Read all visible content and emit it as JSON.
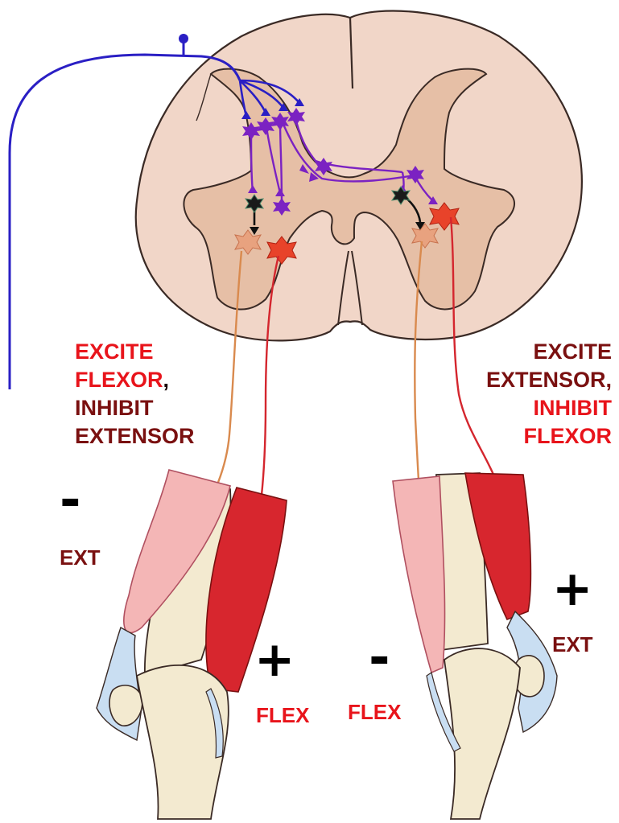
{
  "labels": {
    "left_excite": "EXCITE",
    "left_flexor": "FLEXOR",
    "comma": ",",
    "left_inhibit": "INHIBIT",
    "left_extensor": "EXTENSOR",
    "right_excite": "EXCITE",
    "right_extensor": "EXTENSOR",
    "right_inhibit": "INHIBIT",
    "right_flexor": "FLEXOR"
  },
  "left_leg": {
    "ext_sign": "-",
    "ext_label": "EXT",
    "flex_sign": "+",
    "flex_label": "FLEX"
  },
  "right_leg": {
    "flex_sign": "-",
    "flex_label": "FLEX",
    "ext_sign": "+",
    "ext_label": "EXT"
  },
  "colors": {
    "cord_white_matter": "#f1d6c8",
    "cord_gray_matter": "#e6bfa6",
    "afferent_neuron": "#2a1fc4",
    "interneuron": "#7b22c2",
    "excited_motor_neuron": "#e8432a",
    "inhibited_motor_neuron": "#e8a27f",
    "flexor_muscle_active": "#d7262e",
    "extensor_muscle_relaxed": "#f4b6b6",
    "bone": "#f3ead0",
    "tendon": "#c9def2",
    "label_red": "#e8141b",
    "label_dark": "#7a1010"
  }
}
